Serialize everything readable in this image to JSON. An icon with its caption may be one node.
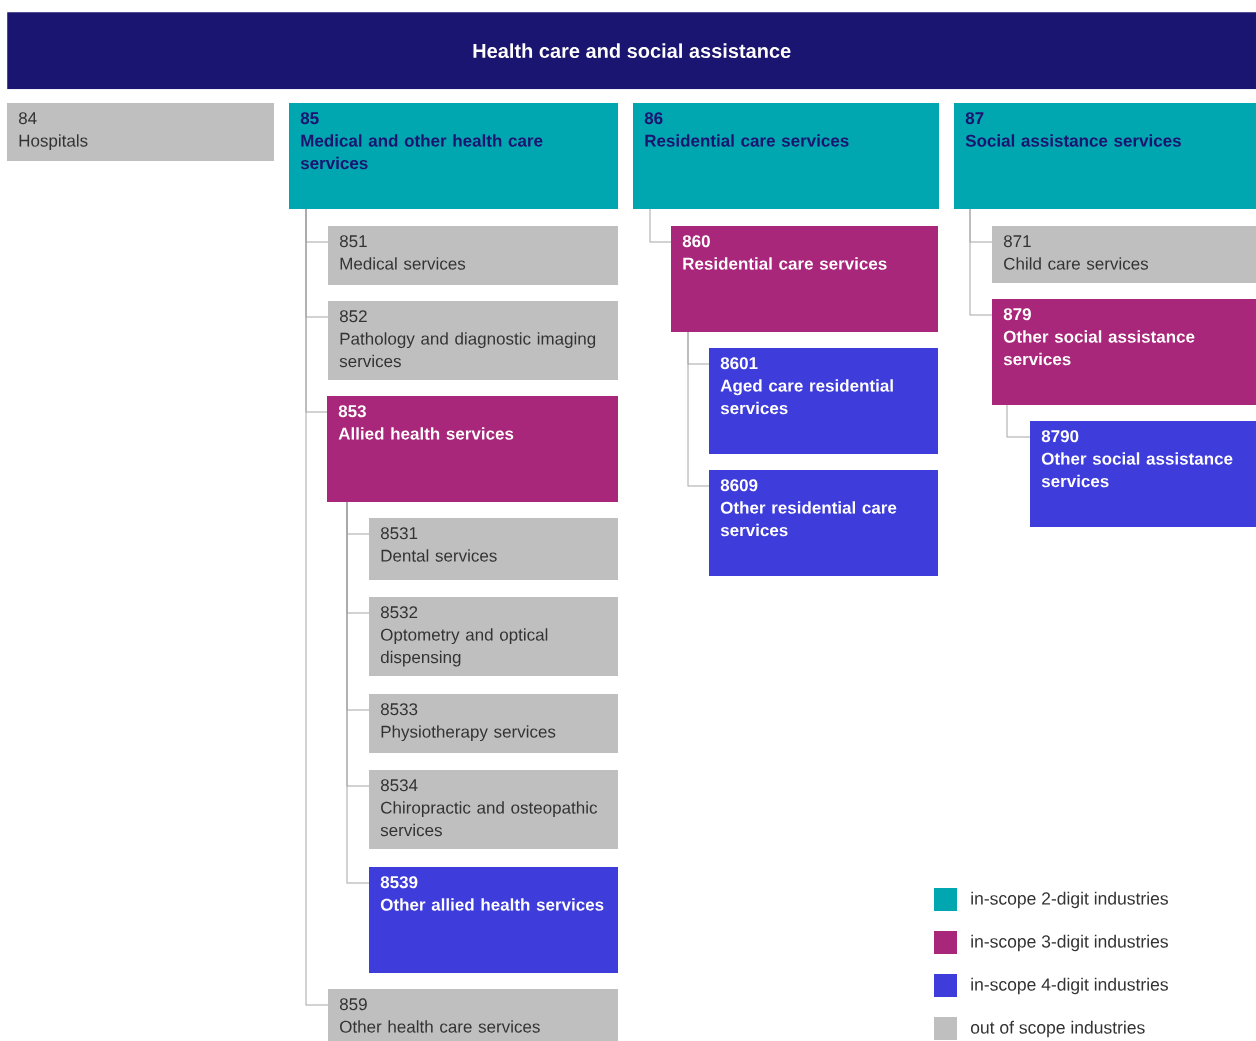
{
  "diagram": {
    "title": "Health care and social assistance",
    "nodes": [
      {
        "text": [
          "84",
          "Hospitals"
        ]
      },
      {
        "text": [
          "85",
          "Medical and other health care services"
        ]
      },
      {
        "text": [
          "86",
          "Residential care services"
        ]
      },
      {
        "text": [
          "87",
          "Social assistance services"
        ]
      },
      {
        "text": [
          "851",
          "Medical services"
        ]
      },
      {
        "text": [
          "852",
          "Pathology and diagnostic imaging services"
        ]
      },
      {
        "text": [
          "853",
          "Allied health services"
        ]
      },
      {
        "text": [
          "8531",
          "Dental services"
        ]
      },
      {
        "text": [
          "8532",
          "Optometry and optical dispensing"
        ]
      },
      {
        "text": [
          "8533",
          "Physiotherapy services"
        ]
      },
      {
        "text": [
          "8534",
          "Chiropractic and osteopathic services"
        ]
      },
      {
        "text": [
          "8539",
          "Other allied health services"
        ]
      },
      {
        "text": [
          "859",
          "Other health care services"
        ]
      },
      {
        "text": [
          "860",
          "Residential care services"
        ]
      },
      {
        "text": [
          "8601",
          "Aged care residential services"
        ]
      },
      {
        "text": [
          "8609",
          "Other residential care services"
        ]
      },
      {
        "text": [
          "871",
          "Child care services"
        ]
      },
      {
        "text": [
          "879",
          "Other social assistance services"
        ]
      },
      {
        "text": [
          "8790",
          "Other social assistance services"
        ]
      }
    ],
    "edges": [
      {
        "from": 1,
        "to": 4,
        "arrow": "none"
      },
      {
        "from": 1,
        "to": 5,
        "arrow": "none"
      },
      {
        "from": 1,
        "to": 6,
        "arrow": "none"
      },
      {
        "from": 1,
        "to": 12,
        "arrow": "none"
      },
      {
        "from": 6,
        "to": 7,
        "arrow": "none"
      },
      {
        "from": 6,
        "to": 8,
        "arrow": "none"
      },
      {
        "from": 6,
        "to": 9,
        "arrow": "none"
      },
      {
        "from": 6,
        "to": 10,
        "arrow": "none"
      },
      {
        "from": 6,
        "to": 11,
        "arrow": "none"
      },
      {
        "from": 2,
        "to": 13,
        "arrow": "none"
      },
      {
        "from": 13,
        "to": 14,
        "arrow": "none"
      },
      {
        "from": 13,
        "to": 15,
        "arrow": "none"
      },
      {
        "from": 3,
        "to": 16,
        "arrow": "none"
      },
      {
        "from": 3,
        "to": 17,
        "arrow": "none"
      },
      {
        "from": 17,
        "to": 18,
        "arrow": "none"
      }
    ],
    "legend": [
      {
        "text": "in-scope 2-digit industries",
        "color": "#00a6b0"
      },
      {
        "text": "in-scope 3-digit industries",
        "color": "#a8277a"
      },
      {
        "text": "in-scope 4-digit industries",
        "color": "#3f3cdc"
      },
      {
        "text": "out of scope industries",
        "color": "#bfbfbf"
      }
    ]
  }
}
